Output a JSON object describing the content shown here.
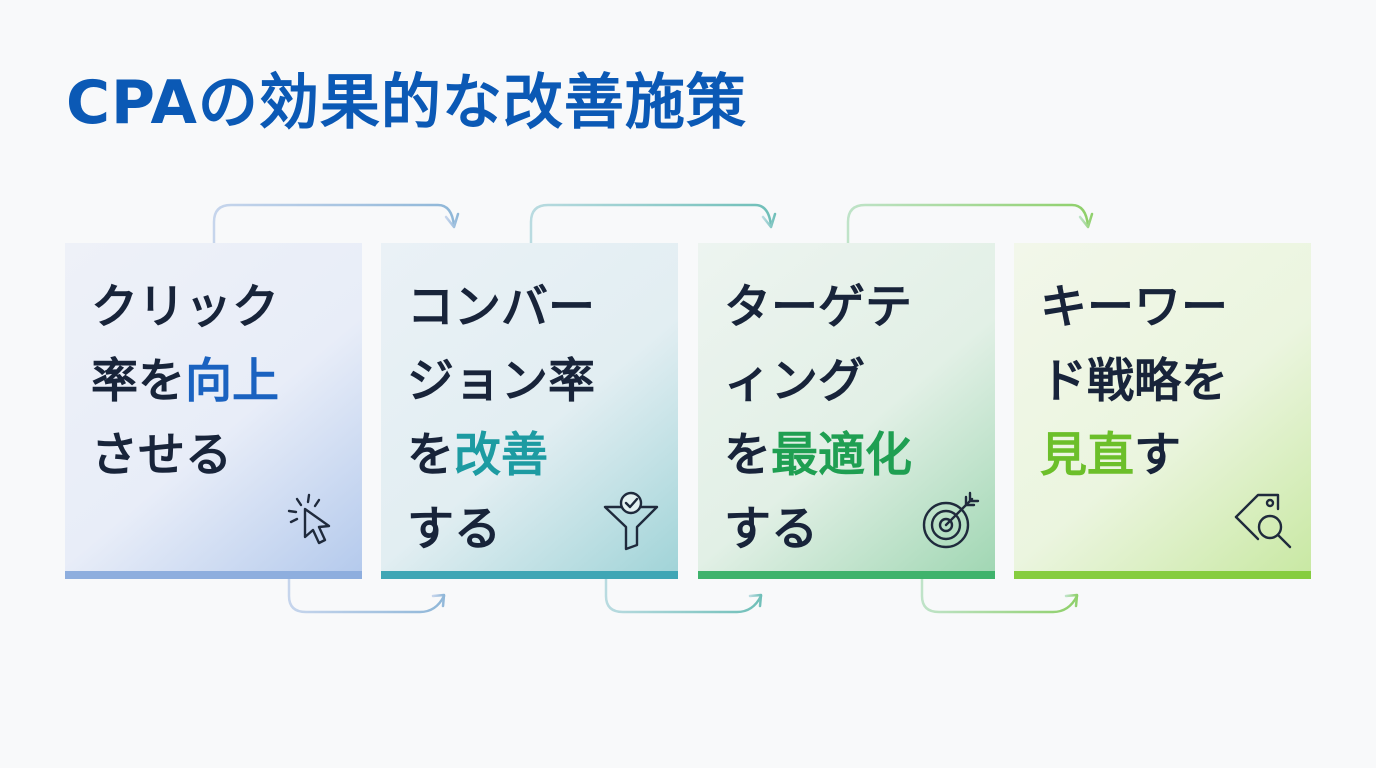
{
  "title": "CPAの効果的な改善施策",
  "steps": [
    {
      "lines": [
        "クリック",
        "率を",
        "向上",
        "させる"
      ],
      "icon": "cursor-click-icon",
      "accent": "#1a62c0"
    },
    {
      "lines": [
        "コンバー",
        "ジョン率",
        "を",
        "改善",
        "する"
      ],
      "icon": "funnel-check-icon",
      "accent": "#1d9ba2"
    },
    {
      "lines": [
        "ターゲテ",
        "ィング",
        "を",
        "最適化",
        "する"
      ],
      "icon": "target-arrow-icon",
      "accent": "#1f9f52"
    },
    {
      "lines": [
        "キーワー",
        "ド戦略を",
        "見直",
        "す"
      ],
      "icon": "tag-search-icon",
      "accent": "#6cbf2a"
    }
  ]
}
